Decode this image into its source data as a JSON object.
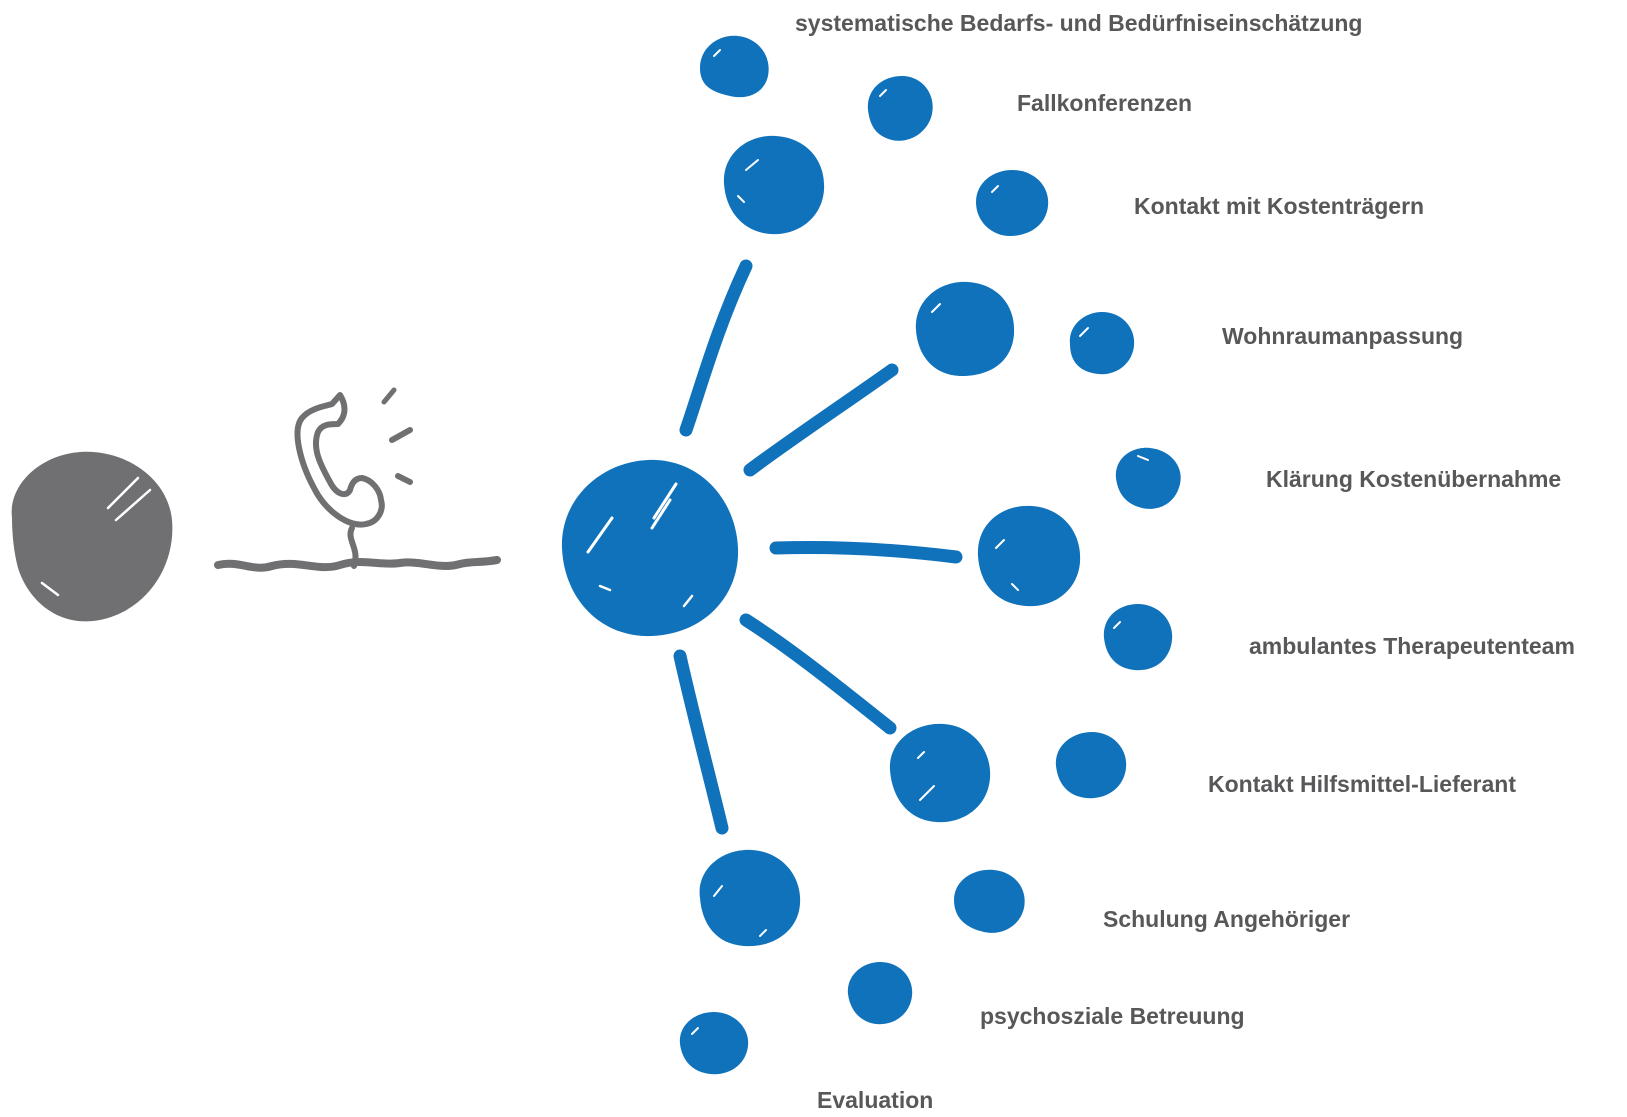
{
  "colors": {
    "blue": "#1072bb",
    "gray": "#707072",
    "text": "#58585a",
    "highlight": "#ffffff"
  },
  "icons": {
    "person_node": "gray-blob-icon",
    "phone": "telephone-icon",
    "hub": "blue-hub-blob-icon"
  },
  "labels": [
    "systematische Bedarfs- und Bedürfniseinschätzung",
    "Fallkonferenzen",
    "Kontakt mit Kostenträgern",
    "Wohnraumanpassung",
    "Klärung Kostenübernahme",
    "ambulantes Therapeutenteam",
    "Kontakt Hilfsmittel-Lieferant",
    "Schulung Angehöriger",
    "psychosziale Betreuung",
    "Evaluation"
  ]
}
